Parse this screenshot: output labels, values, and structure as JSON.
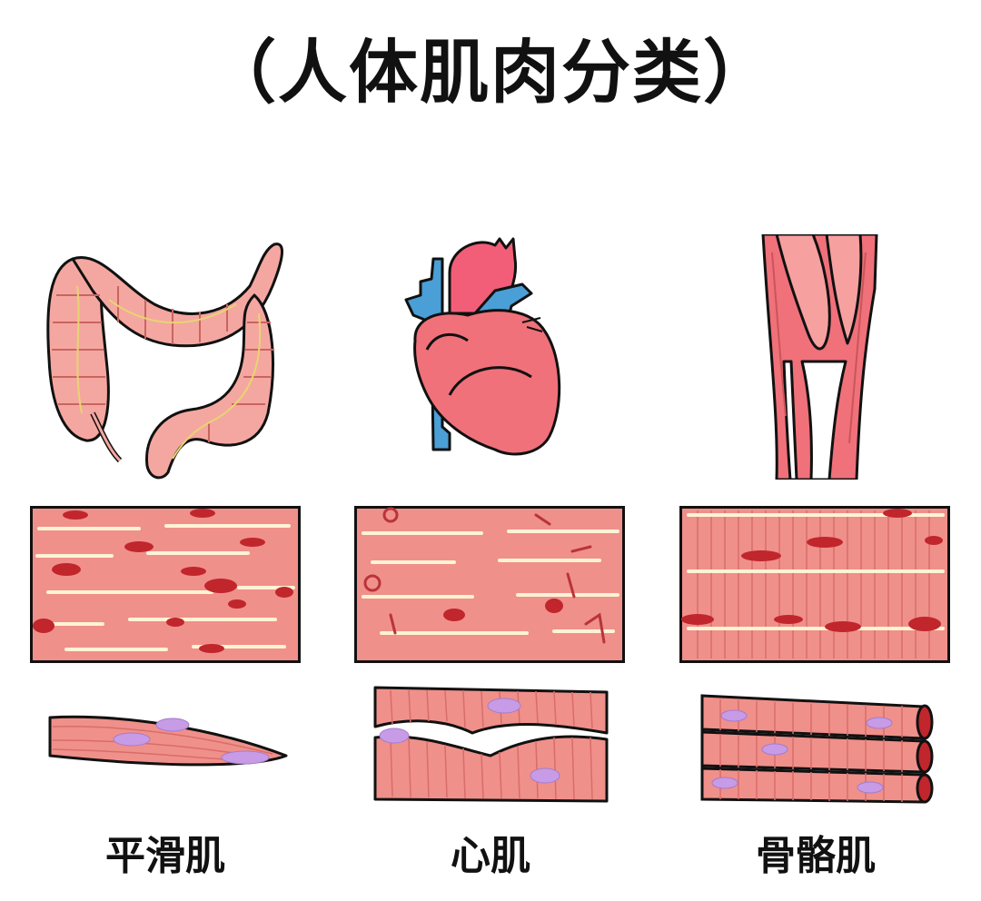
{
  "title": "（人体肌肉分类）",
  "columns": [
    {
      "label": "平滑肌",
      "organ_icon": "large-intestine-icon"
    },
    {
      "label": "心肌",
      "organ_icon": "heart-icon"
    },
    {
      "label": "骨骼肌",
      "organ_icon": "leg-muscle-icon"
    }
  ],
  "colors": {
    "muscle": "#f08a86",
    "muscle_light": "#f4a7a0",
    "nucleus": "#c0262c",
    "fiber_highlight": "#fff3d6",
    "cell_nucleus": "#c79be6",
    "vessel_blue": "#4a9fd6",
    "artery_pink": "#f25e78",
    "outline": "#111111"
  }
}
